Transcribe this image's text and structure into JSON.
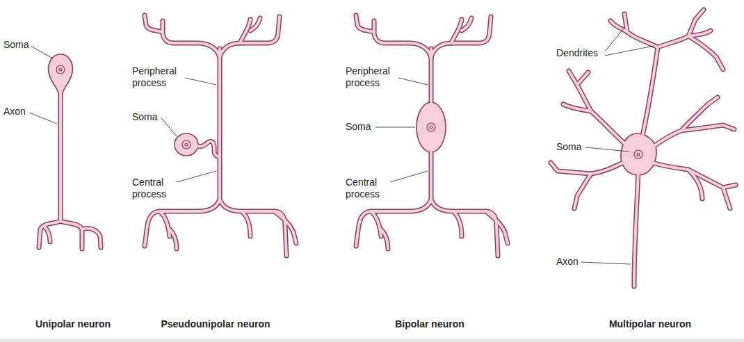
{
  "diagram": {
    "labels": [
      "Soma",
      "Axon",
      "Peripheral process",
      "Soma",
      "Central process",
      "Peripheral process",
      "Soma",
      "Central process",
      "Dendrites",
      "Soma",
      "Axon",
      "Unipolar neuron",
      "Pseudounipolar neuron",
      "Bipolar neuron",
      "Multipolar neuron"
    ]
  }
}
